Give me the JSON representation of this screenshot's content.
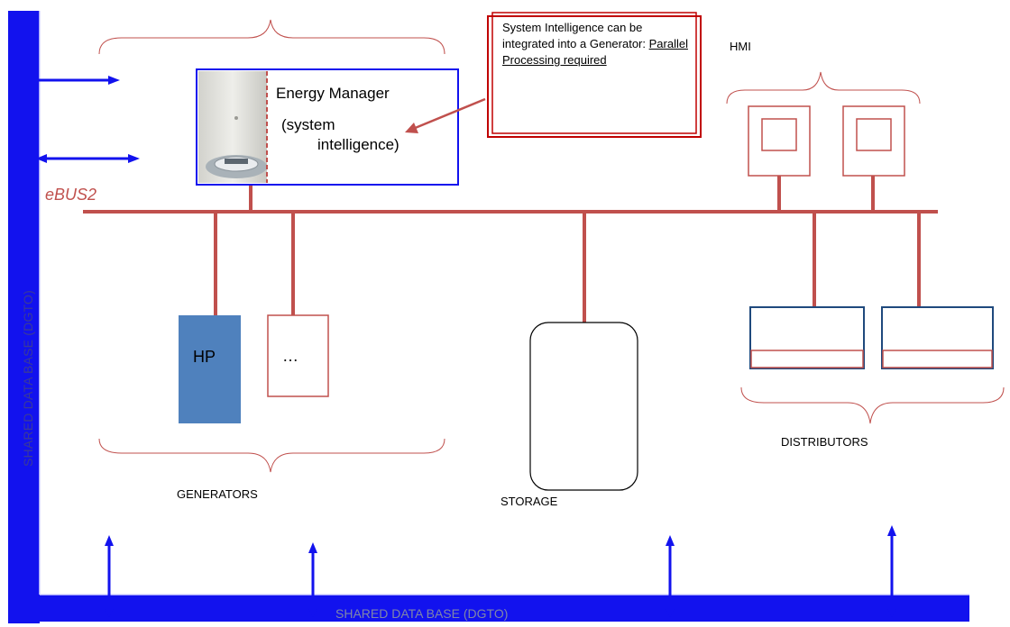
{
  "shared_db": {
    "left_label": "SHARED DATA BASE (DGTO)",
    "bottom_label": "SHARED DATA BASE (DGTO)",
    "color": "#1212ee"
  },
  "bus": {
    "label": "eBUS2",
    "color": "#c0504d"
  },
  "energy_manager": {
    "title": "Energy Manager",
    "subtitle_line1": "(system",
    "subtitle_line2": "intelligence)"
  },
  "callout": {
    "text": "System Intelligence can be integrated into a Generator: ",
    "link": "Parallel Processing required"
  },
  "hmi": {
    "label": "HMI"
  },
  "generators": {
    "label": "GENERATORS",
    "hp_label": "HP",
    "placeholder": "…",
    "hp_color": "#4f81bd"
  },
  "storage": {
    "label": "STORAGE"
  },
  "distributors": {
    "label": "DISTRIBUTORS",
    "border_color": "#1f497d"
  }
}
